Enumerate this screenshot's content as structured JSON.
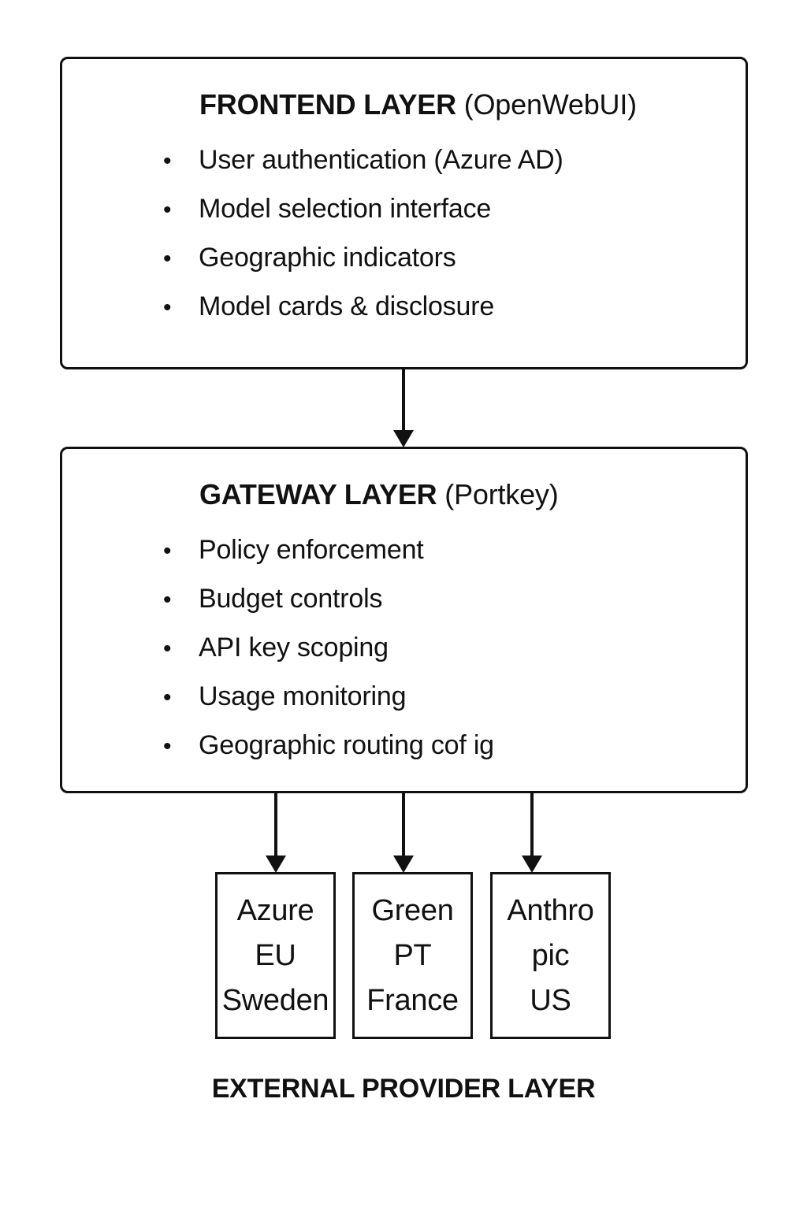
{
  "diagram": {
    "title_caption": "EXTERNAL PROVIDER LAYER",
    "frontend": {
      "title_strong": "FRONTEND LAYER",
      "title_light": " (OpenWebUI)",
      "bullets": [
        "User authentication (Azure AD)",
        "Model selection interface",
        "Geographic indicators",
        "Model cards & disclosure"
      ]
    },
    "gateway": {
      "title_strong": "GATEWAY LAYER",
      "title_light": " (Portkey)",
      "bullets": [
        "Policy enforcement",
        "Budget controls",
        "API key scoping",
        "Usage monitoring",
        "Geographic routing cof ig"
      ]
    },
    "providers": [
      {
        "name": "Azure",
        "region": "EU",
        "location": "Sweden"
      },
      {
        "name": "Green",
        "region": "PT",
        "location": "France"
      },
      {
        "name": "Anthro",
        "region": "pic",
        "location": "US"
      }
    ],
    "colors": {
      "stroke": "#111111",
      "background": "#ffffff"
    }
  }
}
